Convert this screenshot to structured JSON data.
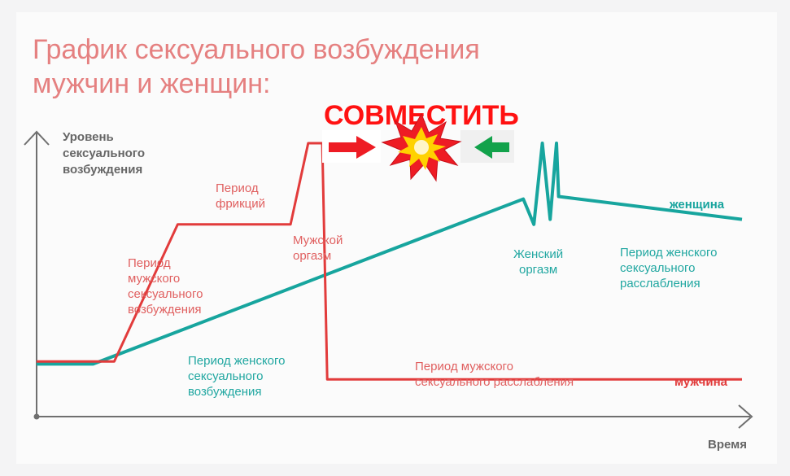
{
  "chart_data": {
    "type": "line",
    "title_lines": [
      "График сексуального возбуждения",
      "мужчин и женщин:"
    ],
    "ylabel_lines": [
      "Уровень",
      "сексуального",
      "возбуждения"
    ],
    "xlabel": "Время",
    "xlim": [
      0,
      100
    ],
    "ylim": [
      0,
      100
    ],
    "grid": false,
    "series": [
      {
        "name": "мужчина",
        "color": "#e23b3b",
        "x": [
          0,
          11,
          20,
          22,
          36,
          38.5,
          40.5,
          41.2,
          100
        ],
        "y": [
          14,
          14,
          68,
          68,
          68,
          100,
          100,
          7,
          7
        ]
      },
      {
        "name": "женщина",
        "color": "#17a59e",
        "x": [
          0,
          8,
          69,
          70.5,
          71.7,
          72.8,
          73.7,
          74,
          100
        ],
        "y": [
          13,
          13,
          78,
          68,
          100,
          70,
          100,
          79,
          70
        ]
      }
    ],
    "annotations": {
      "friction": [
        "Период",
        "фрикций"
      ],
      "male_arousal": [
        "Период",
        "мужского",
        "сексуального",
        "возбуждения"
      ],
      "male_orgasm": [
        "Мужской",
        "оргазм"
      ],
      "female_arousal": [
        "Период женского",
        "сексуального",
        "возбуждения"
      ],
      "male_relax": [
        "Период мужского",
        "сексуального расслабления"
      ],
      "female_orgasm": [
        "Женский",
        "оргазм"
      ],
      "female_relax": [
        "Период женского",
        "сексуального",
        "расслабления"
      ]
    },
    "overlay": {
      "text": "СОВМЕСТИТЬ",
      "color": "#ff1111",
      "left_arrow_color": "#ee1c24",
      "right_arrow_color": "#12a24b"
    }
  }
}
